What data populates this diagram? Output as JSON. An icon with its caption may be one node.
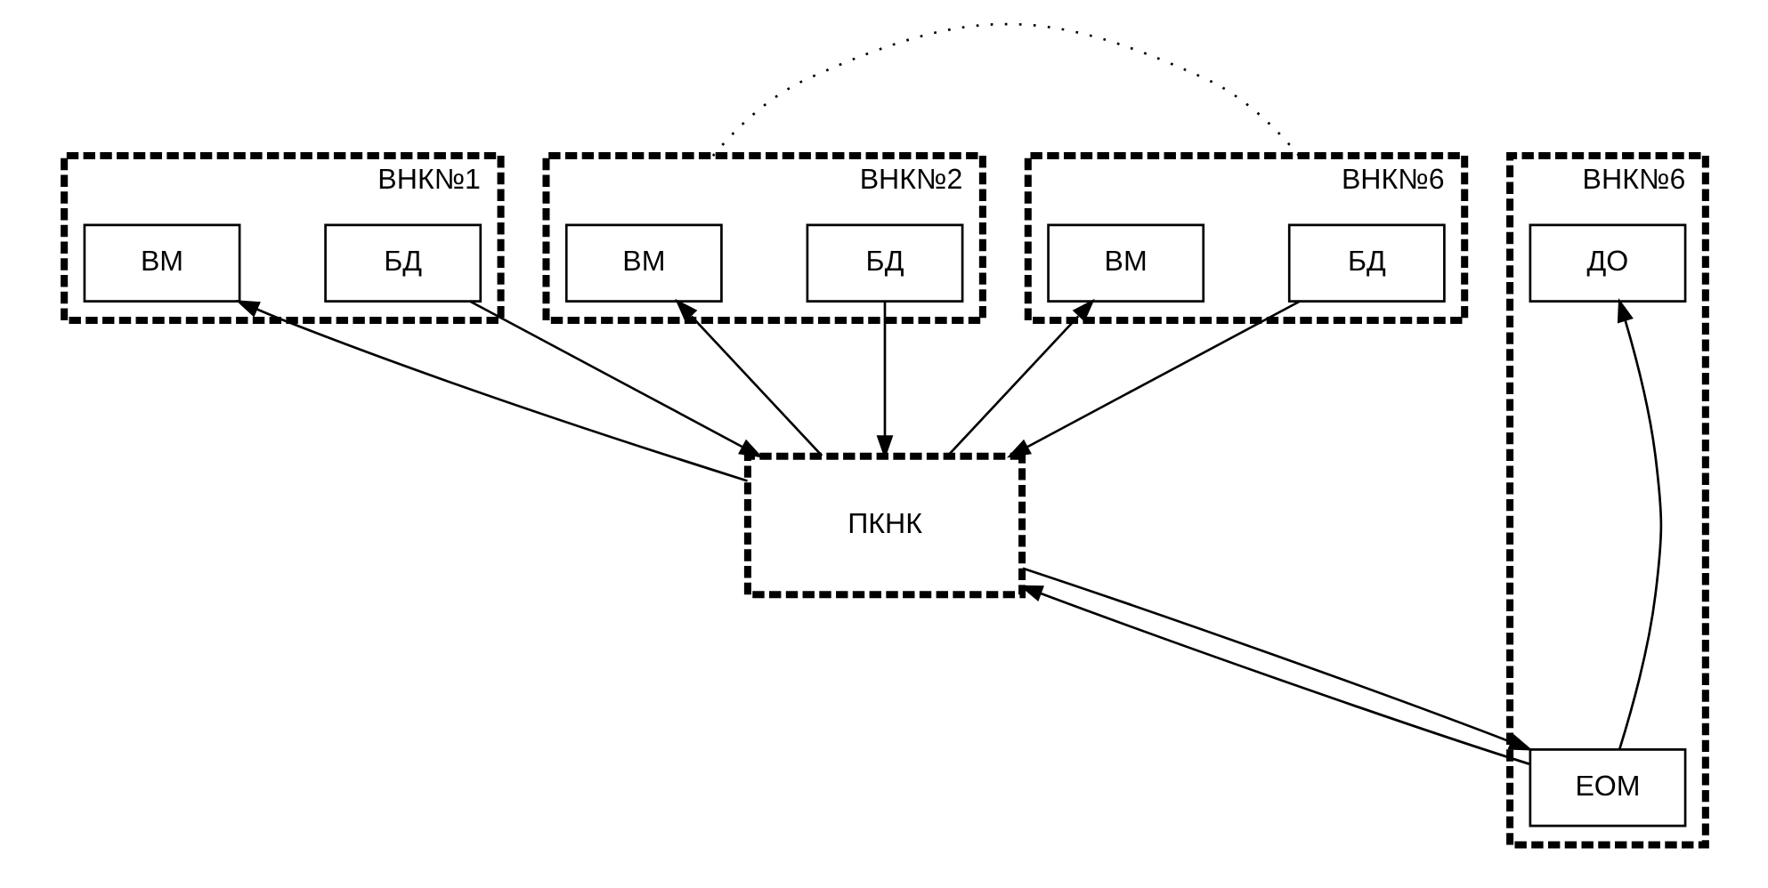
{
  "diagram": {
    "nodes": [
      {
        "text": [
          "ВНК№1"
        ]
      },
      {
        "text": [
          "БД"
        ],
        "in": 0
      },
      {
        "text": [
          "ВМ"
        ],
        "in": 0
      },
      {
        "text": [
          "ВНК№2"
        ]
      },
      {
        "text": [
          "БД"
        ],
        "in": 3
      },
      {
        "text": [
          "ВМ"
        ],
        "in": 3
      },
      {
        "text": [
          "ВНК№6"
        ]
      },
      {
        "text": [
          "БД"
        ],
        "in": 6
      },
      {
        "text": [
          "ВМ"
        ],
        "in": 6
      },
      {
        "text": [
          "ПКНК"
        ]
      },
      {
        "text": [
          "ВНК№6"
        ]
      },
      {
        "text": [
          "ДО"
        ],
        "in": 10
      },
      {
        "text": [
          "ЕОМ"
        ],
        "in": 10
      }
    ],
    "edges": [
      {
        "from": 1,
        "to": 9,
        "arrow": "to"
      },
      {
        "from": 9,
        "to": 2,
        "arrow": "to"
      },
      {
        "from": 4,
        "to": 9,
        "arrow": "to"
      },
      {
        "from": 9,
        "to": 5,
        "arrow": "to"
      },
      {
        "from": 7,
        "to": 9,
        "arrow": "to"
      },
      {
        "from": 9,
        "to": 8,
        "arrow": "to"
      },
      {
        "from": 9,
        "to": 12,
        "arrow": "to"
      },
      {
        "from": 12,
        "to": 9,
        "arrow": "to"
      },
      {
        "from": 12,
        "to": 11,
        "arrow": "to"
      },
      {
        "from": 3,
        "to": 6,
        "arrow": "none",
        "style": "dashed"
      }
    ]
  }
}
